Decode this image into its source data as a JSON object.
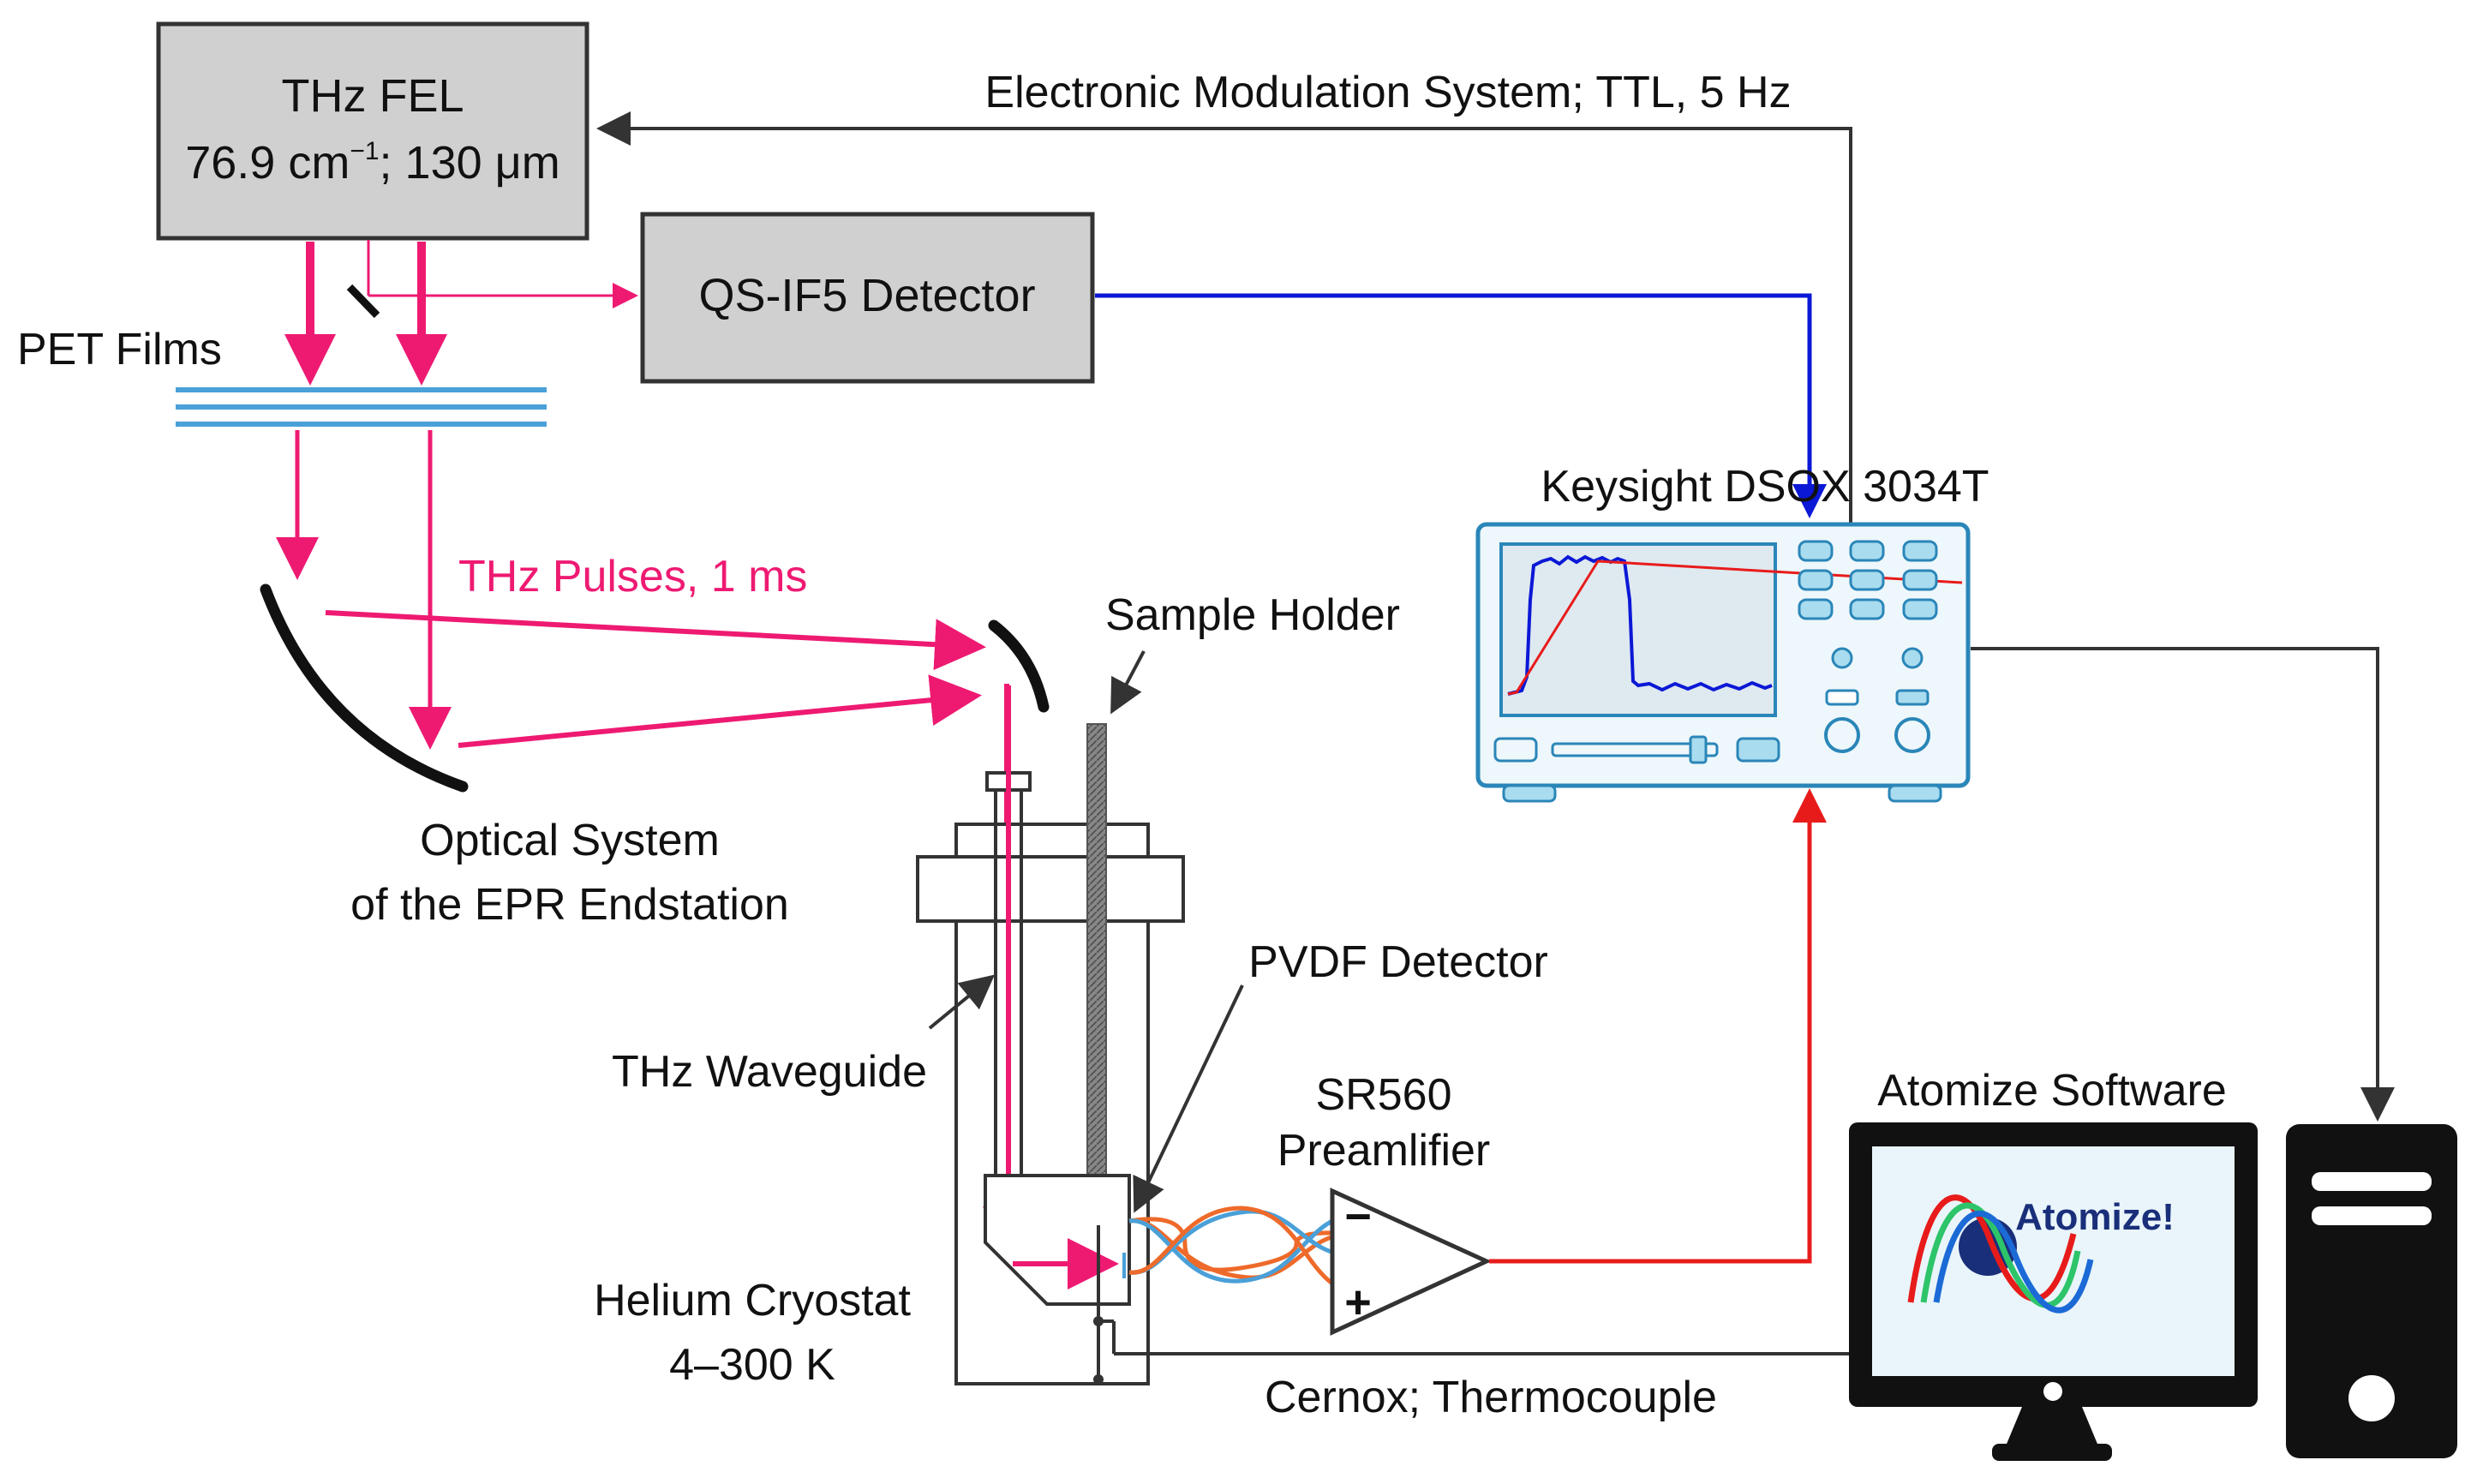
{
  "labels": {
    "fel_line1": "THz FEL",
    "fel_line2_main": "76.9 cm",
    "fel_line2_sup": "−1",
    "fel_line2_rest": "; 130 μm",
    "modulation": "Electronic Modulation System; TTL, 5 Hz",
    "qs_detector": "QS-IF5 Detector",
    "pet_films": "PET Films",
    "oscilloscope": "Keysight DSOX 3034T",
    "thz_pulses": "THz Pulses, 1 ms",
    "sample_holder": "Sample Holder",
    "optical_line1": "Optical System",
    "optical_line2": "of the EPR Endstation",
    "pvdf": "PVDF Detector",
    "waveguide": "THz Waveguide",
    "preamp_line1": "SR560",
    "preamp_line2": "Preamlifier",
    "preamp_minus": "−",
    "preamp_plus": "+",
    "software": "Atomize Software",
    "atomize_logo": "Atomize!",
    "cryostat_line1": "Helium Cryostat",
    "cryostat_line2": "4–300 K",
    "cernox": "Cernox; Thermocouple"
  },
  "colors": {
    "thz_beam": "#ee1a72",
    "signal_blue": "#0b18d6",
    "signal_red": "#e81b1b",
    "box_fill": "#d0d0d0",
    "scope_outline": "#2a86b8",
    "scope_fill": "#eef7fb",
    "scope_button": "#a9dcef",
    "cable_orange": "#ee6a2a",
    "cable_blue": "#4aa0d8"
  }
}
